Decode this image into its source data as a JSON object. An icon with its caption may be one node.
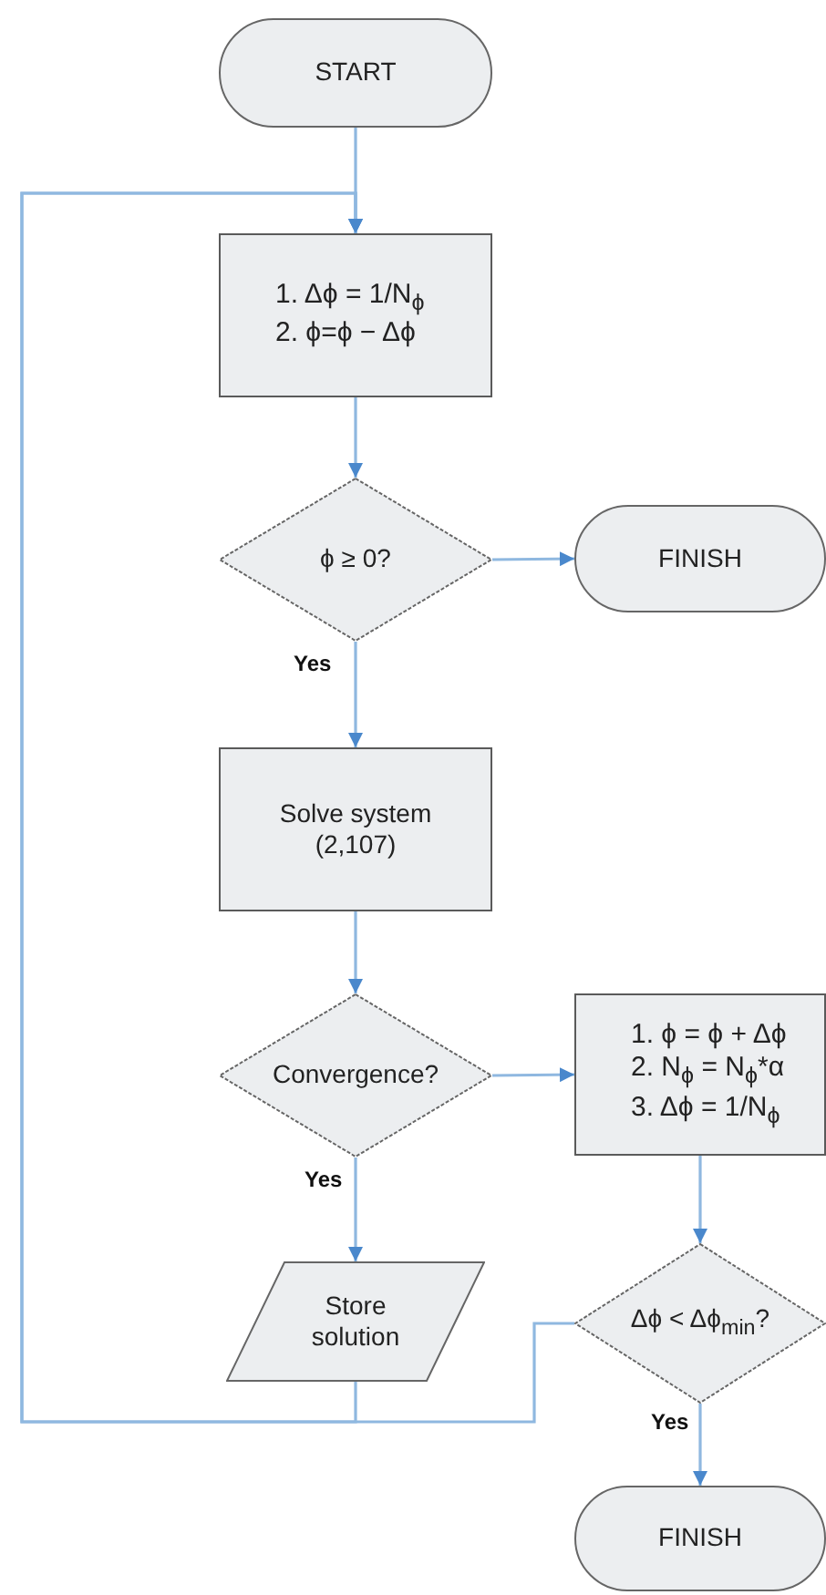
{
  "diagram": {
    "nodes": [
      {
        "text": [
          "START"
        ]
      },
      {
        "text": [
          "1. Δϕ = 1/N$_{ϕ}$",
          "2. ϕ=ϕ − Δϕ"
        ]
      },
      {
        "text": [
          "ϕ ≥ 0?"
        ]
      },
      {
        "text": [
          "FINISH"
        ]
      },
      {
        "text": [
          "Solve system (2,107)"
        ]
      },
      {
        "text": [
          "Convergence?"
        ]
      },
      {
        "text": [
          "1. ϕ = ϕ + Δϕ",
          "2. N$_{ϕ}$ = N$_{ϕ}$*α",
          "3. Δϕ = 1/N$_{ϕ}$"
        ]
      },
      {
        "text": [
          "Store solution"
        ]
      },
      {
        "text": [
          "Δϕ < Δϕ$_{min}$?"
        ]
      },
      {
        "text": [
          "FINISH"
        ]
      }
    ],
    "edges": [
      {
        "from": 0,
        "to": 1,
        "arrow": "to"
      },
      {
        "from": 1,
        "to": 2,
        "arrow": "to"
      },
      {
        "from": 2,
        "to": 3,
        "arrow": "to"
      },
      {
        "from": 2,
        "to": 4,
        "arrow": "to",
        "label": "Yes"
      },
      {
        "from": 4,
        "to": 5,
        "arrow": "to"
      },
      {
        "from": 5,
        "to": 6,
        "arrow": "to"
      },
      {
        "from": 5,
        "to": 7,
        "arrow": "to",
        "label": "Yes"
      },
      {
        "from": 7,
        "to": 1,
        "arrow": "to"
      },
      {
        "from": 8,
        "to": 1,
        "arrow": "to"
      },
      {
        "from": 6,
        "to": 8,
        "arrow": "to"
      },
      {
        "from": 8,
        "to": 9,
        "arrow": "to",
        "label": "Yes"
      }
    ]
  }
}
